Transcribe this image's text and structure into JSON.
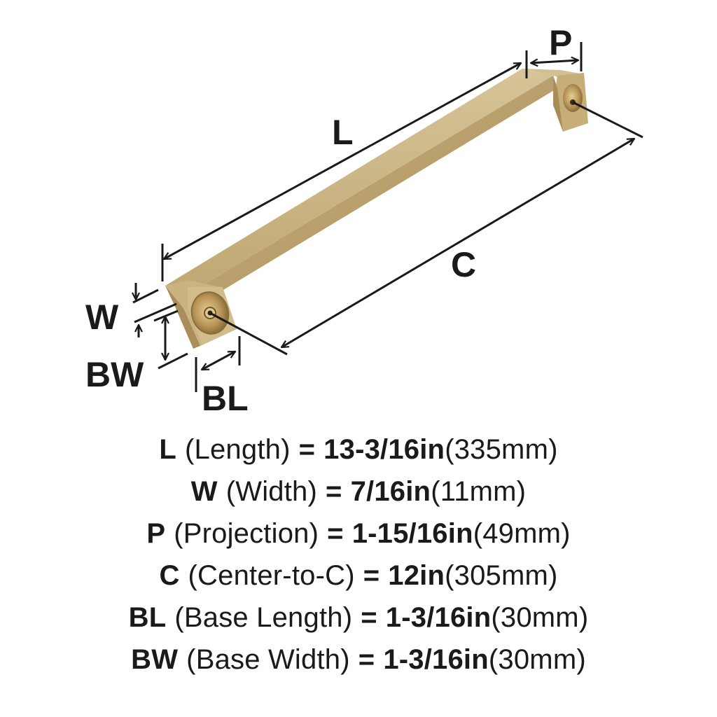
{
  "colors": {
    "finish_light": "#d9c49a",
    "finish_mid": "#c6ab74",
    "finish_dark": "#9c8350",
    "ink": "#1a1a1a",
    "background": "#ffffff"
  },
  "diagram": {
    "labels": {
      "L": "L",
      "P": "P",
      "C": "C",
      "W": "W",
      "BW": "BW",
      "BL": "BL"
    }
  },
  "specs": [
    {
      "abbr": "L",
      "name": "(Length)",
      "eq": "=",
      "imperial": "13-3/16in",
      "metric": "(335mm)"
    },
    {
      "abbr": "W",
      "name": "(Width)",
      "eq": "=",
      "imperial": "7/16in",
      "metric": "(11mm)"
    },
    {
      "abbr": "P",
      "name": "(Projection)",
      "eq": "=",
      "imperial": "1-15/16in",
      "metric": "(49mm)"
    },
    {
      "abbr": "C",
      "name": "(Center-to-C)",
      "eq": "=",
      "imperial": "12in",
      "metric": "(305mm)"
    },
    {
      "abbr": "BL",
      "name": "(Base Length)",
      "eq": "=",
      "imperial": "1-3/16in",
      "metric": "(30mm)"
    },
    {
      "abbr": "BW",
      "name": "(Base Width)",
      "eq": "=",
      "imperial": "1-3/16in",
      "metric": "(30mm)"
    }
  ]
}
